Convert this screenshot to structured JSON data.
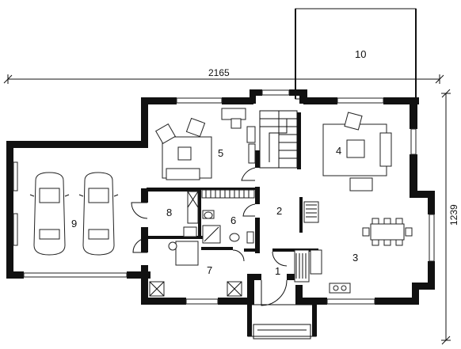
{
  "plan": {
    "dimensions": {
      "width_label": "2165",
      "height_label": "1239"
    },
    "rooms": [
      {
        "id": "r1",
        "label": "1"
      },
      {
        "id": "r2",
        "label": "2"
      },
      {
        "id": "r3",
        "label": "3"
      },
      {
        "id": "r4",
        "label": "4"
      },
      {
        "id": "r5",
        "label": "5"
      },
      {
        "id": "r6",
        "label": "6"
      },
      {
        "id": "r7",
        "label": "7"
      },
      {
        "id": "r8",
        "label": "8"
      },
      {
        "id": "r9",
        "label": "9"
      },
      {
        "id": "r10",
        "label": "10"
      }
    ]
  }
}
